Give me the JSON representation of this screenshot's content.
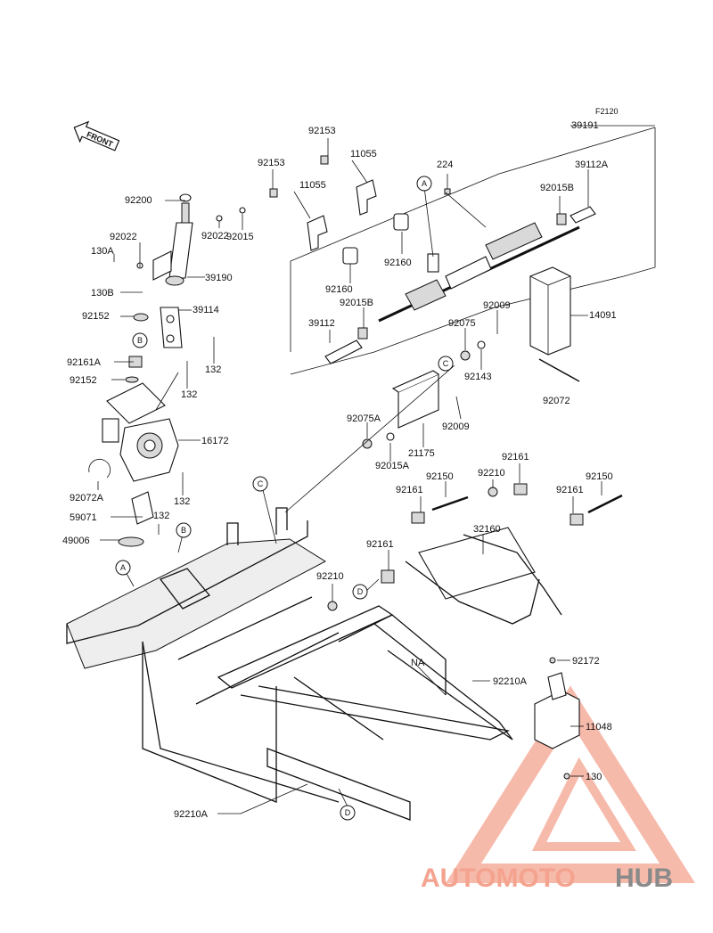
{
  "diagram": {
    "figure_code": "F2120",
    "front_label": "FRONT",
    "callouts": [
      "A",
      "B",
      "C",
      "D"
    ],
    "part_numbers": {
      "p39191": "39191",
      "p92153a": "92153",
      "p92153b": "92153",
      "p11055a": "11055",
      "p11055b": "11055",
      "p224": "224",
      "p39112A": "39112A",
      "p92015B_top": "92015B",
      "p92160a": "92160",
      "p92160b": "92160",
      "p92015B": "92015B",
      "p39112": "39112",
      "p14091": "14091",
      "p92075": "92075",
      "p92009a": "92009",
      "p92143": "92143",
      "p92072": "92072",
      "p92009b": "92009",
      "p21175": "21175",
      "p92075A": "92075A",
      "p92015A": "92015A",
      "p92200": "92200",
      "p92022a": "92022",
      "p92022b": "92022",
      "p92015": "92015",
      "p130A": "130A",
      "p39190": "39190",
      "p130B": "130B",
      "p39114": "39114",
      "p92152a": "92152",
      "p132a": "132",
      "p92161A": "92161A",
      "p92152b": "92152",
      "p132b": "132",
      "p16172": "16172",
      "p92072A": "92072A",
      "p132c": "132",
      "p59071": "59071",
      "p132d": "132",
      "p49006": "49006",
      "p92150a": "92150",
      "p92210a": "92210",
      "p92161a": "92161",
      "p92161b": "92161",
      "p92150b": "92150",
      "p92161c": "92161",
      "p32160": "32160",
      "p92161d": "92161",
      "p92210b": "92210",
      "pNA": "NA",
      "p92172": "92172",
      "p92210A_r": "92210A",
      "p11048": "11048",
      "p130": "130",
      "p92210A_b": "92210A"
    }
  },
  "watermark": {
    "brand_part1": "AUTOMOTO",
    "brand_part2": "HUB",
    "color_primary": "#f4a38f",
    "color_secondary": "#8a8a8a"
  }
}
